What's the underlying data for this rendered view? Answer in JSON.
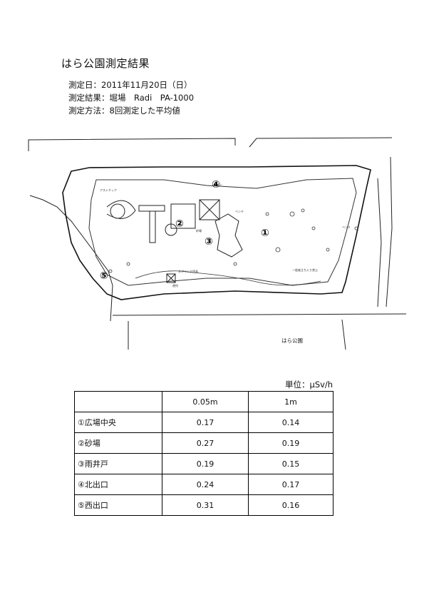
{
  "title": "はら公園測定結果",
  "meta": {
    "date": "測定日：2011年11月20日（日）",
    "area": "測定結果：堀場　Radi　PA-1000",
    "method": "測定方法：8回測定した平均値"
  },
  "map": {
    "park_label": "はら公園",
    "point_markers": [
      "①",
      "②",
      "③",
      "④",
      "⑤"
    ]
  },
  "unit": "単位：μSv/h",
  "table": {
    "headers": [
      "",
      "0.05m",
      "1m"
    ],
    "rows": [
      {
        "location": "①広場中央",
        "h005": "0.17",
        "h1": "0.14"
      },
      {
        "location": "②砂場",
        "h005": "0.27",
        "h1": "0.19"
      },
      {
        "location": "③雨井戸",
        "h005": "0.19",
        "h1": "0.15"
      },
      {
        "location": "④北出口",
        "h005": "0.24",
        "h1": "0.17"
      },
      {
        "location": "⑤西出口",
        "h005": "0.31",
        "h1": "0.16"
      }
    ]
  }
}
